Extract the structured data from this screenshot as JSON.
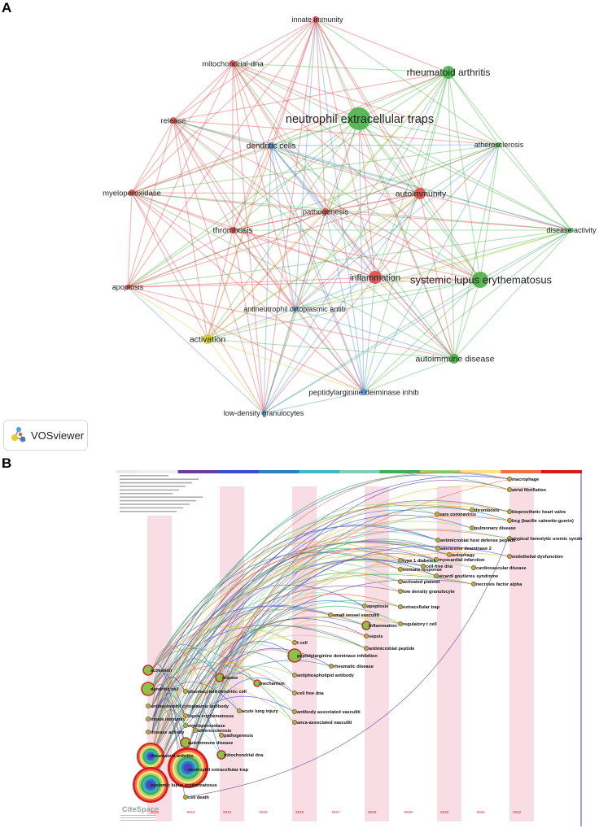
{
  "panels": {
    "a": "A",
    "b": "B"
  },
  "vosviewer": {
    "brand": "VOSviewer",
    "colors": {
      "red": "#e24a4a",
      "green": "#47b447",
      "blue": "#4a90d9",
      "yellow": "#d8cf2a"
    },
    "nodes": [
      {
        "id": "innate-immunity",
        "label": "innate immunity",
        "cluster": "red"
      },
      {
        "id": "mitochondrial-dna",
        "label": "mitochondrial-dna",
        "cluster": "red"
      },
      {
        "id": "rheumatoid-arthritis",
        "label": "rheumatoid arthritis",
        "cluster": "green"
      },
      {
        "id": "neutrophil-extracellular-traps",
        "label": "neutrophil extracellular traps",
        "cluster": "green"
      },
      {
        "id": "release",
        "label": "release",
        "cluster": "red"
      },
      {
        "id": "dendritic-cells",
        "label": "dendritic cells",
        "cluster": "blue"
      },
      {
        "id": "atherosclerosis",
        "label": "atherosclerosis",
        "cluster": "green"
      },
      {
        "id": "myeloperoxidase",
        "label": "myeloperoxidase",
        "cluster": "red"
      },
      {
        "id": "autoimmunity",
        "label": "autoimmunity",
        "cluster": "red"
      },
      {
        "id": "pathogenesis",
        "label": "pathogenesis",
        "cluster": "red"
      },
      {
        "id": "thrombosis",
        "label": "thrombosis",
        "cluster": "red"
      },
      {
        "id": "disease-activity",
        "label": "disease activity",
        "cluster": "green"
      },
      {
        "id": "inflammation",
        "label": "inflammation",
        "cluster": "red"
      },
      {
        "id": "systemic-lupus-erythematosus",
        "label": "systemic lupus erythematosus",
        "cluster": "green"
      },
      {
        "id": "apoptosis",
        "label": "apoptosis",
        "cluster": "red"
      },
      {
        "id": "antineutrophil-cytoplasmic-antib",
        "label": "antineutrophil cytoplasmic antib",
        "cluster": "blue"
      },
      {
        "id": "activation",
        "label": "activation",
        "cluster": "yellow"
      },
      {
        "id": "autoimmune-disease",
        "label": "autoimmune disease",
        "cluster": "green"
      },
      {
        "id": "peptidylarginine-deiminase-inhib",
        "label": "peptidylarginine deiminase inhib",
        "cluster": "blue"
      },
      {
        "id": "low-density-granulocytes",
        "label": "low-density granulocytes",
        "cluster": "blue"
      }
    ]
  },
  "citespace": {
    "brand": "CiteSpace",
    "years": [
      "2012",
      "2013",
      "2014",
      "2015",
      "2016",
      "2017",
      "2018",
      "2019",
      "2020",
      "2021",
      "2022"
    ],
    "colors": {
      "pink_band": "#f8dde4",
      "link": "#3b4bd6",
      "label": "#111111"
    },
    "keywords": [
      {
        "label": "macrophage",
        "year": "2022"
      },
      {
        "label": "atrial fibrillation",
        "year": "2022"
      },
      {
        "label": "sars coronavirus",
        "year": "2020"
      },
      {
        "label": "thrombosis",
        "year": "2021"
      },
      {
        "label": "bioprosthetic heart valve",
        "year": "2022"
      },
      {
        "label": "bcg (bacille calmette-guerin)",
        "year": "2022"
      },
      {
        "label": "pulmonary disease",
        "year": "2021"
      },
      {
        "label": "atypical hemolytic uremic syndrome",
        "year": "2022"
      },
      {
        "label": "antimicrobial host defense peptide",
        "year": "2020"
      },
      {
        "label": "adenosine deaminase 2",
        "year": "2020"
      },
      {
        "label": "endothelial dysfunction",
        "year": "2022"
      },
      {
        "label": "autophagy",
        "year": "2020"
      },
      {
        "label": "type 1 diabetes",
        "year": "2019"
      },
      {
        "label": "myocardial infarction",
        "year": "2020"
      },
      {
        "label": "cardiovascular disease",
        "year": "2021"
      },
      {
        "label": "immune response",
        "year": "2019"
      },
      {
        "label": "cell-free dna",
        "year": "2020"
      },
      {
        "label": "aicardi goutieres syndrome",
        "year": "2020"
      },
      {
        "label": "activated platelet",
        "year": "2019"
      },
      {
        "label": "low density granulocyte",
        "year": "2019"
      },
      {
        "label": "necrosis factor alpha",
        "year": "2021"
      },
      {
        "label": "apoptosis",
        "year": "2018"
      },
      {
        "label": "extracellular trap",
        "year": "2019"
      },
      {
        "label": "small vessel vasculiti",
        "year": "2017"
      },
      {
        "label": "inflammation",
        "year": "2018"
      },
      {
        "label": "regulatory t cell",
        "year": "2019"
      },
      {
        "label": "sepsis",
        "year": "2018"
      },
      {
        "label": "t cell",
        "year": "2016"
      },
      {
        "label": "antimicrobial peptide",
        "year": "2018"
      },
      {
        "label": "peptidylarginine deiminase inhibition",
        "year": "2016"
      },
      {
        "label": "rheumatic disease",
        "year": "2017"
      },
      {
        "label": "activation",
        "year": "2012"
      },
      {
        "label": "release",
        "year": "2014"
      },
      {
        "label": "mechanism",
        "year": "2015"
      },
      {
        "label": "antiphospholipid antibody",
        "year": "2016"
      },
      {
        "label": "dendritic cell",
        "year": "2012"
      },
      {
        "label": "plasmacytoid dendritic cell",
        "year": "2013"
      },
      {
        "label": "cell free dna",
        "year": "2016"
      },
      {
        "label": "antineutrophil cytoplasmic antibody",
        "year": "2012"
      },
      {
        "label": "acute lung injury",
        "year": "2015"
      },
      {
        "label": "lupus erythematosus",
        "year": "2013"
      },
      {
        "label": "innate immunity",
        "year": "2012"
      },
      {
        "label": "antibody associated vasculiti",
        "year": "2016"
      },
      {
        "label": "anca-associated vasculiti",
        "year": "2016"
      },
      {
        "label": "myeloperoxidase",
        "year": "2013"
      },
      {
        "label": "disease activity",
        "year": "2012"
      },
      {
        "label": "atherosclerosis",
        "year": "2013"
      },
      {
        "label": "pathogenesis",
        "year": "2014"
      },
      {
        "label": "autoimmune disease",
        "year": "2013"
      },
      {
        "label": "rheumatoid arthritis",
        "year": "2012"
      },
      {
        "label": "mitochondrial dna",
        "year": "2014"
      },
      {
        "label": "neutrophil extracellular trap",
        "year": "2013"
      },
      {
        "label": "systemic lupus erythematosus",
        "year": "2012"
      },
      {
        "label": "cell death",
        "year": "2013"
      }
    ]
  }
}
